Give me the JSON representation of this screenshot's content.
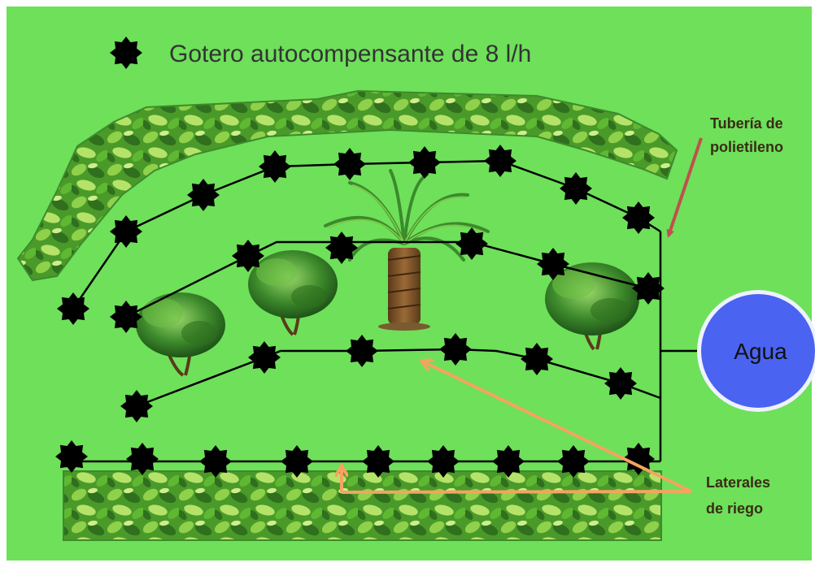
{
  "legend": {
    "icon": "black-star-dripper-icon",
    "label": "Gotero autocompensante de 8 l/h"
  },
  "labels": {
    "pipe": [
      "Tubería de",
      "polietileno"
    ],
    "laterals": [
      "Laterales",
      "de riego"
    ],
    "water": "Agua"
  },
  "colors": {
    "background": "#6ee05a",
    "pipe_arrow": "#c0504d",
    "laterals_arrow": "#f4a460",
    "water_fill": "#4a63f0",
    "water_ring": "#eef2ff",
    "dripper": "#000000",
    "lateral_line": "#000000",
    "hedge": "#4a9a2a",
    "label_text": "#3a2b14"
  },
  "plants": {
    "shrubs": 3,
    "palms": 1
  }
}
